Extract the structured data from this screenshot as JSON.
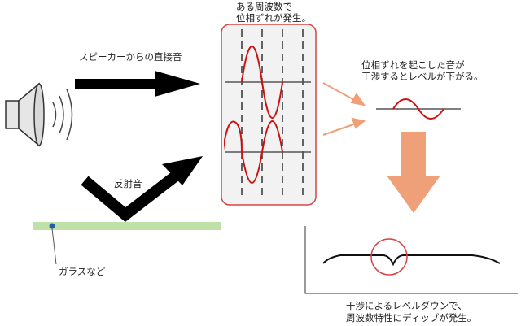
{
  "labels": {
    "phase_shift_line1": "ある周波数で",
    "phase_shift_line2": "位相ずれが発生。",
    "direct_sound": "スピーカーからの直接音",
    "reflected_sound": "反射音",
    "interference_line1": "位相ずれを起こした音が",
    "interference_line2": "干渉するとレベルが下がる。",
    "glass": "ガラスなど",
    "result_line1": "干渉によるレベルダウンで、",
    "result_line2": "周波数特性にディップが発生。"
  },
  "colors": {
    "wave": "#cc1111",
    "panel_border": "#d64545",
    "panel_fill": "#f2f2f2",
    "orange_arrow": "#f0a078",
    "glass_fill": "#bfe0a6",
    "glass_dot": "#1f5fa8",
    "arrow": "#000000"
  },
  "icons": {
    "speaker": "speaker-icon"
  }
}
